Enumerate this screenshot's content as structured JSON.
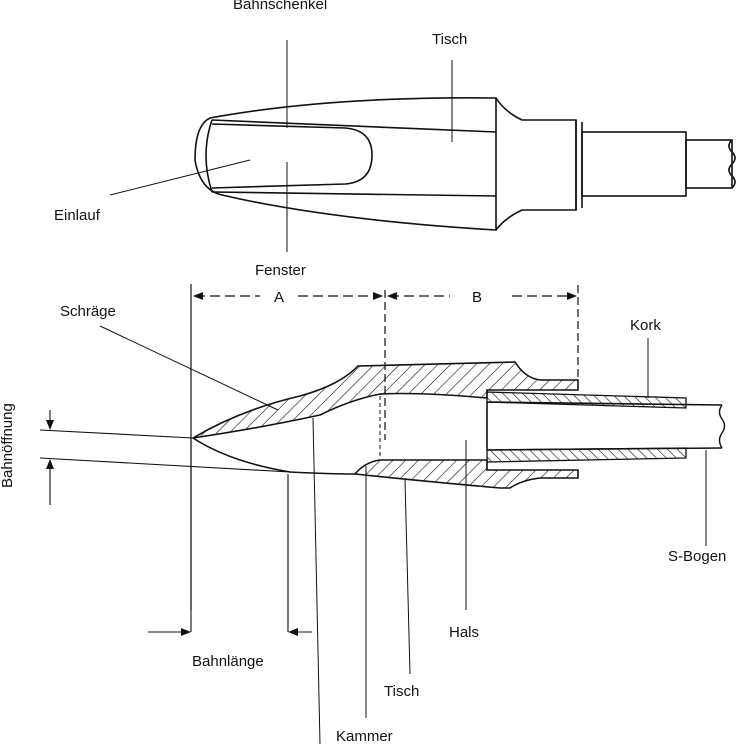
{
  "top_view": {
    "bahnschenkel": "Bahnschenkel",
    "tisch": "Tisch",
    "einlauf": "Einlauf",
    "fenster": "Fenster"
  },
  "section_view": {
    "dim_a": "A",
    "dim_b": "B",
    "schraege": "Schräge",
    "kork": "Kork",
    "bahnoeffnung": "Bahnöffnung",
    "s_bogen": "S-Bogen",
    "hals": "Hals",
    "bahnlaenge": "Bahnlänge",
    "tisch": "Tisch",
    "kammer": "Kammer"
  }
}
